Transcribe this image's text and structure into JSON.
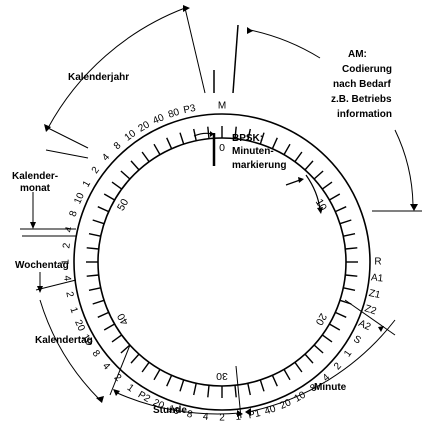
{
  "labels": {
    "kalenderjahr": "Kalenderjahr",
    "kalendermonat_1": "Kalender-",
    "kalendermonat_2": "monat",
    "wochentag": "Wochentag",
    "kalendertag": "Kalendertag",
    "stunde": "Stunde",
    "minute": "Minute",
    "am_1": "AM:",
    "am_2": "Codierung",
    "am_3": "nach Bedarf",
    "am_4": "z.B. Betriebs",
    "am_5": "information",
    "bpsk_1": "BPSK:",
    "bpsk_2": "Minuten-",
    "bpsk_3": "markierung"
  },
  "second_marks": [
    {
      "value": "0",
      "sec": 0
    },
    {
      "value": "10",
      "sec": 10
    },
    {
      "value": "20",
      "sec": 20
    },
    {
      "value": "30",
      "sec": 30
    },
    {
      "value": "40",
      "sec": 40
    },
    {
      "value": "50",
      "sec": 50
    }
  ],
  "bit_labels": [
    {
      "text": "M",
      "sec": 0
    },
    {
      "text": "R",
      "sec": 15
    },
    {
      "text": "A1",
      "sec": 16
    },
    {
      "text": "Z1",
      "sec": 17
    },
    {
      "text": "Z2",
      "sec": 18
    },
    {
      "text": "A2",
      "sec": 19
    },
    {
      "text": "S",
      "sec": 20
    },
    {
      "text": "1",
      "sec": 21
    },
    {
      "text": "2",
      "sec": 22
    },
    {
      "text": "4",
      "sec": 23
    },
    {
      "text": "8",
      "sec": 24
    },
    {
      "text": "10",
      "sec": 25
    },
    {
      "text": "20",
      "sec": 26
    },
    {
      "text": "40",
      "sec": 27
    },
    {
      "text": "P1",
      "sec": 28
    },
    {
      "text": "1",
      "sec": 29
    },
    {
      "text": "2",
      "sec": 30
    },
    {
      "text": "4",
      "sec": 31
    },
    {
      "text": "8",
      "sec": 32
    },
    {
      "text": "10",
      "sec": 33
    },
    {
      "text": "20",
      "sec": 34
    },
    {
      "text": "P2",
      "sec": 35
    },
    {
      "text": "1",
      "sec": 36
    },
    {
      "text": "2",
      "sec": 37
    },
    {
      "text": "4",
      "sec": 38
    },
    {
      "text": "8",
      "sec": 39
    },
    {
      "text": "10",
      "sec": 40
    },
    {
      "text": "20",
      "sec": 41
    },
    {
      "text": "1",
      "sec": 42
    },
    {
      "text": "2",
      "sec": 43
    },
    {
      "text": "4",
      "sec": 44
    },
    {
      "text": "1",
      "sec": 45
    },
    {
      "text": "2",
      "sec": 46
    },
    {
      "text": "4",
      "sec": 47
    },
    {
      "text": "8",
      "sec": 48
    },
    {
      "text": "10",
      "sec": 49
    },
    {
      "text": "1",
      "sec": 50
    },
    {
      "text": "2",
      "sec": 51
    },
    {
      "text": "4",
      "sec": 52
    },
    {
      "text": "8",
      "sec": 53
    },
    {
      "text": "10",
      "sec": 54
    },
    {
      "text": "20",
      "sec": 55
    },
    {
      "text": "40",
      "sec": 56
    },
    {
      "text": "80",
      "sec": 57
    },
    {
      "text": "P3",
      "sec": 58
    }
  ]
}
